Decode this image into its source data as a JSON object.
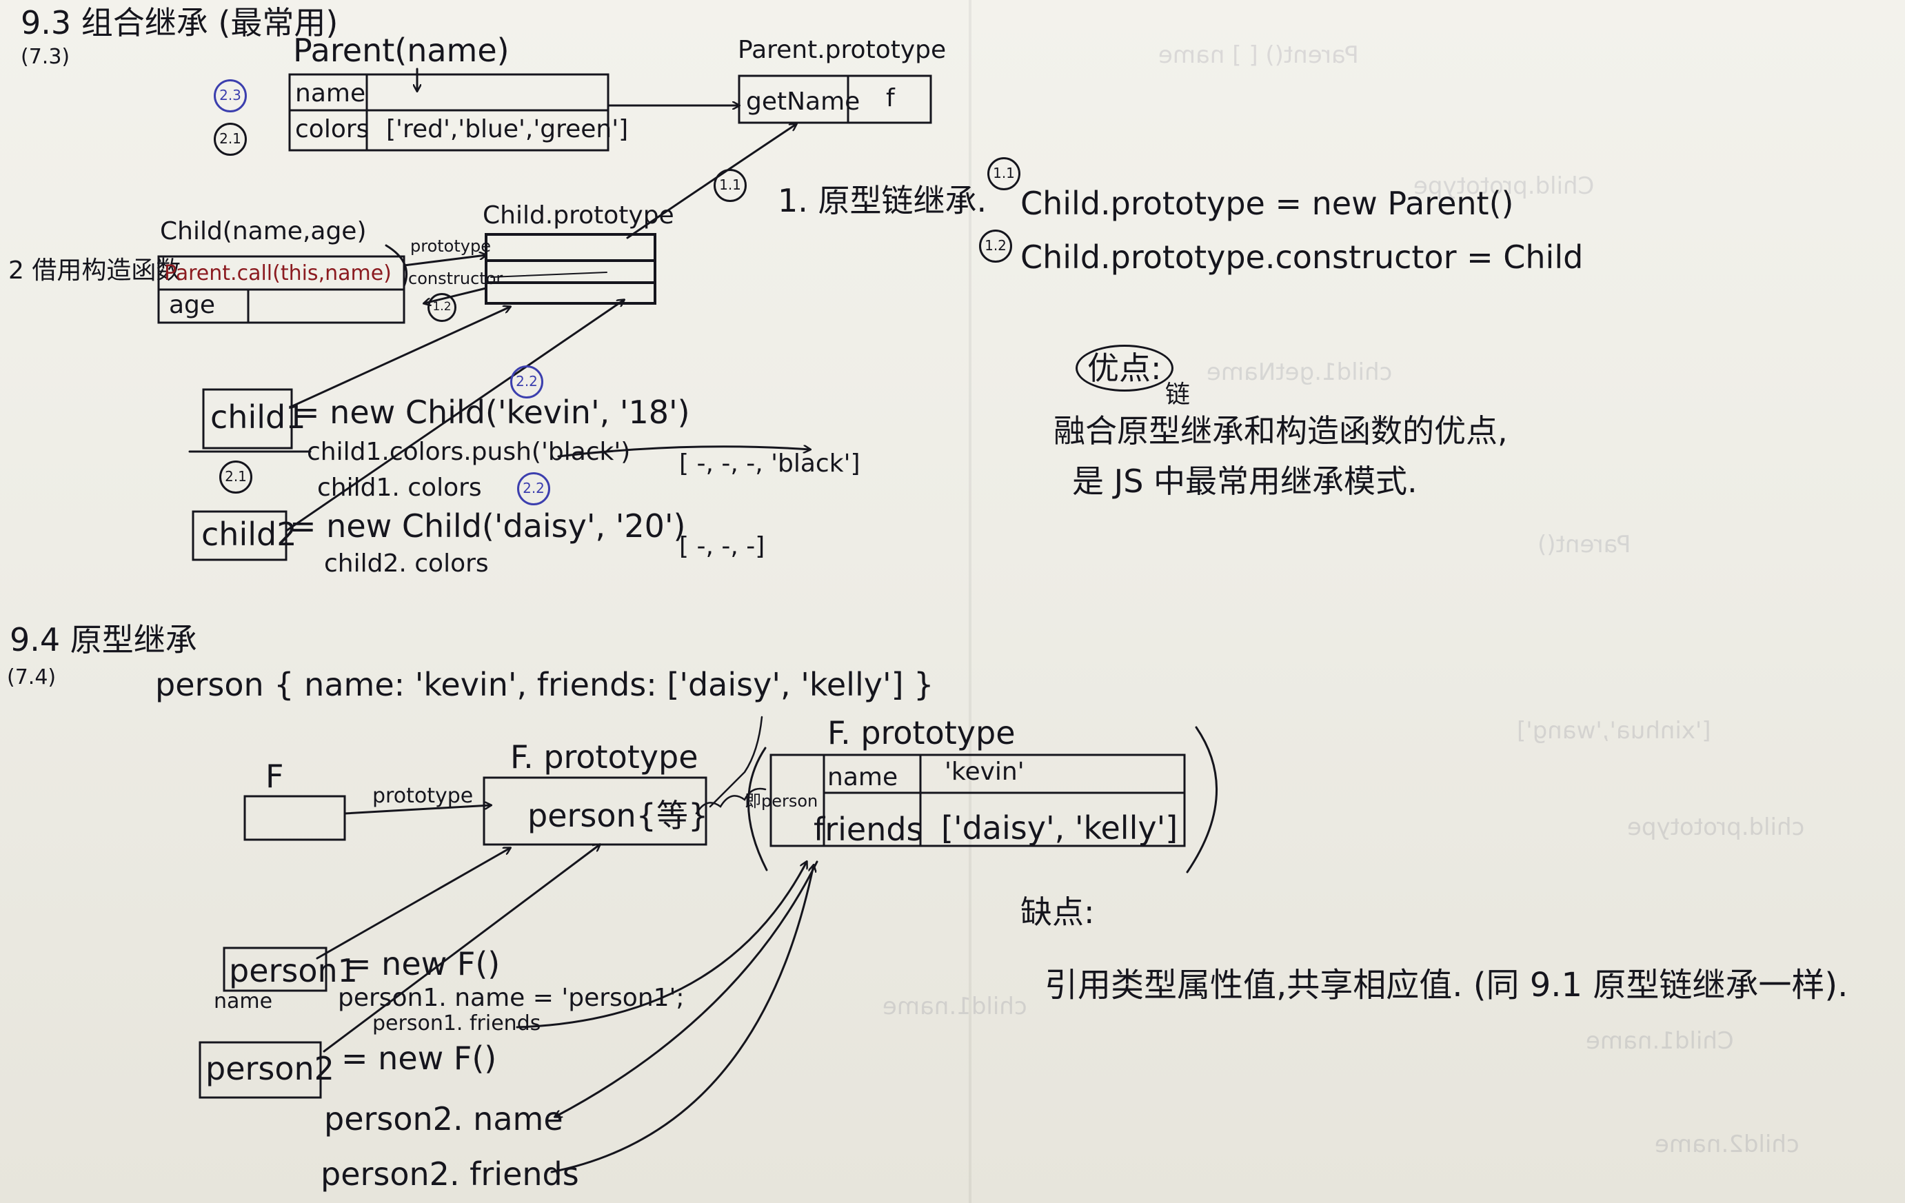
{
  "sec93": {
    "heading": "9.3 组合继承 (最常用)",
    "page_ref": "(7.3)",
    "parent": {
      "title": "Parent(name)",
      "row_name": "name",
      "row_colors": "colors",
      "colors_value": "['red','blue','green']",
      "badge_name": "2.3",
      "badge_colors": "2.1"
    },
    "parent_proto": {
      "title": "Parent.prototype",
      "method": "getName",
      "value": "f"
    },
    "child": {
      "title": "Child(name,age)",
      "call": "Parent.call(this,name)",
      "age": "age",
      "prototype_label": "prototype",
      "constructor_label": "constructor",
      "badge": "1.2"
    },
    "child_proto": {
      "title": "Child.prototype"
    },
    "method_label": "2 借用构造函数",
    "arrow_badge": "1.1",
    "chain": {
      "title": "1. 原型链继承.",
      "line1": "Child.prototype = new Parent()",
      "line2": "Child.prototype.constructor = Child",
      "badge1": "1.1",
      "badge2": "1.2"
    },
    "advantage": {
      "label": "优点:",
      "insert": "链",
      "line1": "融合原型继承和构造函数的优点,",
      "line2": "是 JS 中最常用继承模式."
    },
    "code": {
      "child1_box": "child1",
      "child1_line": "= new Child('kevin', '18')",
      "badge_a": "2.2",
      "badge_b": "2.1",
      "push_line": "child1.colors.push('black')",
      "colors_line": "child1. colors",
      "badge_c": "2.2",
      "result1": "[ -, -, -, 'black']",
      "child2_box": "child2",
      "child2_line": "= new Child('daisy', '20')",
      "child2_colors": "child2. colors",
      "result2": "[ -, -, -]"
    }
  },
  "sec94": {
    "heading": "9.4 原型继承",
    "page_ref": "(7.4)",
    "person_line": "person  { name: 'kevin', friends: ['daisy', 'kelly'] }",
    "f_label": "F",
    "prototype_label": "prototype",
    "fproto_title": "F. prototype",
    "fproto_value": "person{等}",
    "fproto2_title": "F. prototype",
    "side_label": "即person",
    "row_name": "name",
    "row_name_val": "'kevin'",
    "row_friends": "friends",
    "row_friends_val": "['daisy', 'kelly']",
    "person1_box": "person1",
    "person1_sub": "name",
    "person1_line": "= new F()",
    "person1_name": "person1. name = 'person1';",
    "person1_friends": "person1. friends",
    "person2_box": "person2",
    "person2_line": "= new F()",
    "person2_name": "person2. name",
    "person2_friends": "person2. friends",
    "disadvantage": {
      "label": "缺点:",
      "text": "引用类型属性值,共享相应值. (同 9.1 原型链继承一样)."
    }
  },
  "colors": {
    "ink": "#15151d",
    "red_ink": "#8b1b20",
    "blue_ink": "#3c3fae",
    "paper": "#f1f0ea"
  }
}
